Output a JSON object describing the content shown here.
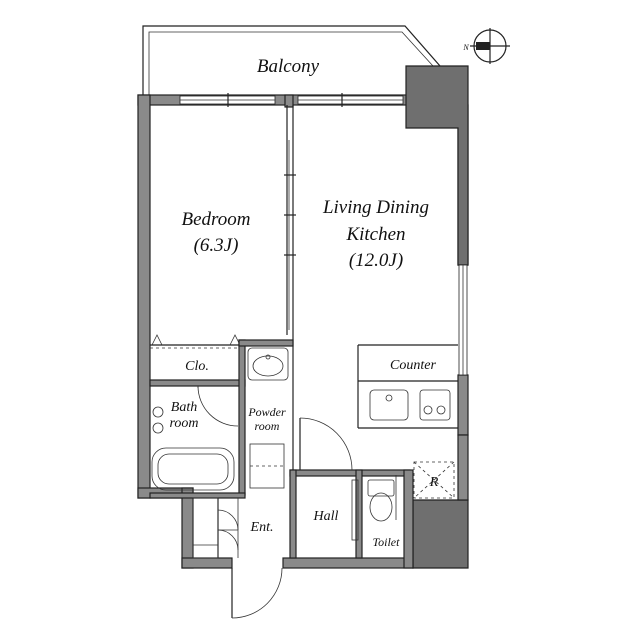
{
  "rooms": {
    "balcony": "Balcony",
    "bedroom": "Bedroom",
    "bedroom_size": "(6.3J)",
    "ldk_line1": "Living Dining",
    "ldk_line2": "Kitchen",
    "ldk_size": "(12.0J)",
    "closet": "Clo.",
    "counter": "Counter",
    "bathroom_line1": "Bath",
    "bathroom_line2": "room",
    "powder_line1": "Powder",
    "powder_line2": "room",
    "entrance": "Ent.",
    "hall": "Hall",
    "toilet": "Toilet",
    "fridge": "R"
  },
  "compass": {
    "north": "N"
  },
  "colors": {
    "wall": "#8a8a8a",
    "shaft": "#6f6f6f",
    "line": "#222222"
  }
}
